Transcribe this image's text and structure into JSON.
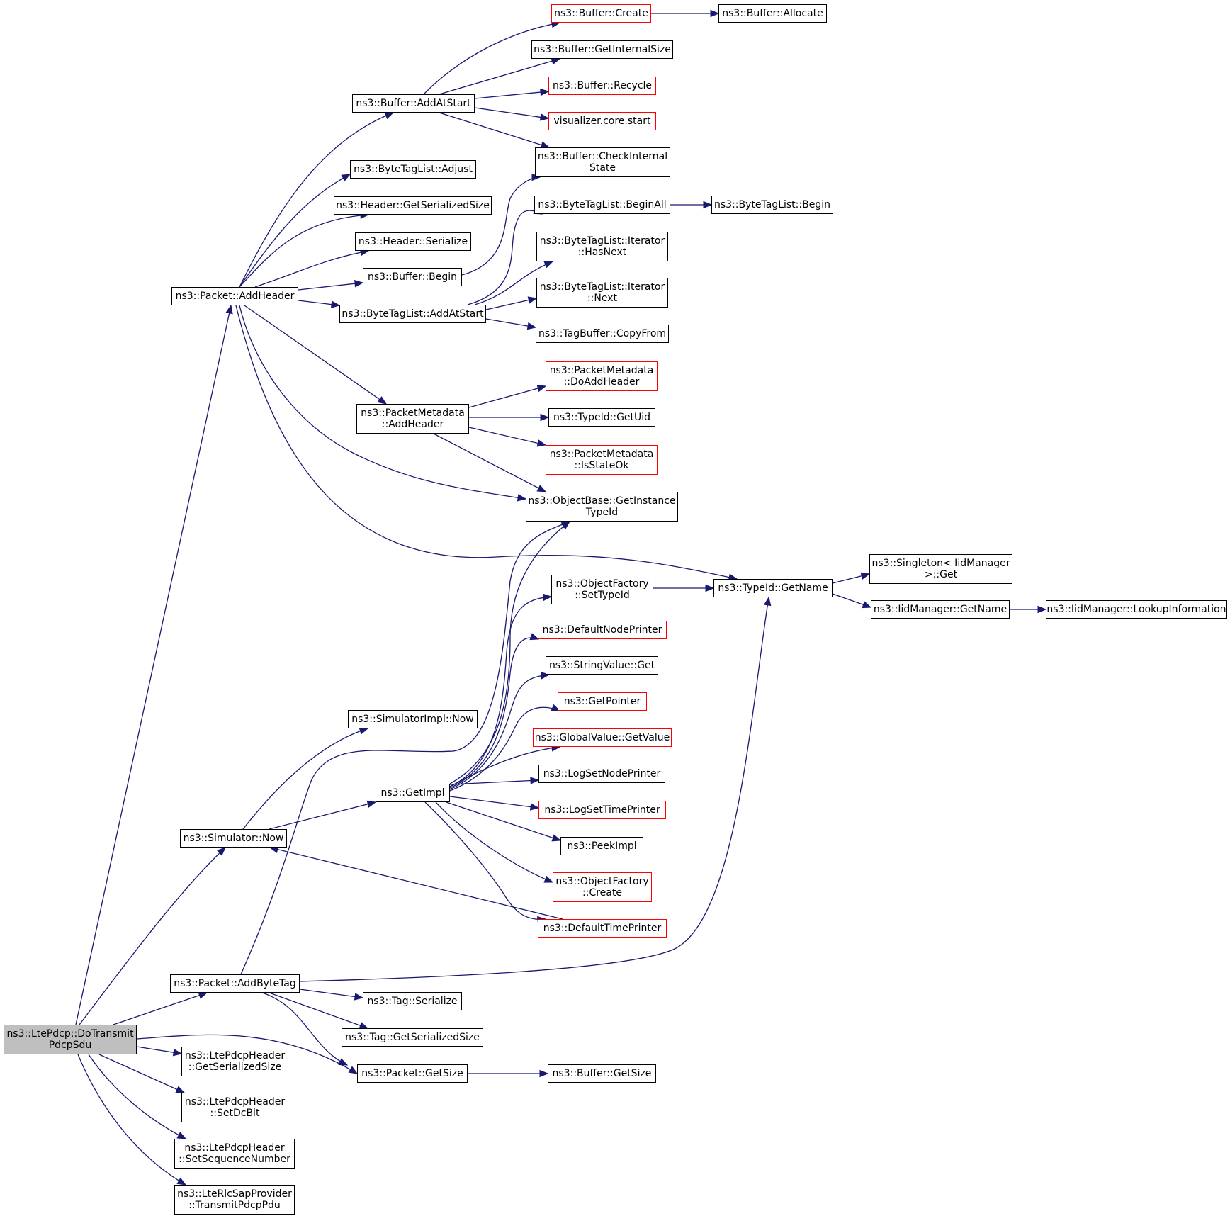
{
  "colors": {
    "edge": "#191970",
    "node_border": "#000000",
    "incomplete_border": "#ff0000",
    "root_fill": "#bfbfbf"
  },
  "nodes": {
    "root": {
      "lines": [
        "ns3::LtePdcp::DoTransmit",
        "PdcpSdu"
      ]
    },
    "addheader": {
      "lines": [
        "ns3::Packet::AddHeader"
      ]
    },
    "buf_addatstart": {
      "lines": [
        "ns3::Buffer::AddAtStart"
      ]
    },
    "buf_create": {
      "lines": [
        "ns3::Buffer::Create"
      ]
    },
    "buf_allocate": {
      "lines": [
        "ns3::Buffer::Allocate"
      ]
    },
    "buf_getinternalsize": {
      "lines": [
        "ns3::Buffer::GetInternalSize"
      ]
    },
    "buf_recycle": {
      "lines": [
        "ns3::Buffer::Recycle"
      ]
    },
    "vis_start": {
      "lines": [
        "visualizer.core.start"
      ]
    },
    "buf_checkinternal": {
      "lines": [
        "ns3::Buffer::CheckInternal",
        "State"
      ]
    },
    "btl_adjust": {
      "lines": [
        "ns3::ByteTagList::Adjust"
      ]
    },
    "hdr_getsersize": {
      "lines": [
        "ns3::Header::GetSerializedSize"
      ]
    },
    "hdr_serialize": {
      "lines": [
        "ns3::Header::Serialize"
      ]
    },
    "buf_begin": {
      "lines": [
        "ns3::Buffer::Begin"
      ]
    },
    "btl_addatstart": {
      "lines": [
        "ns3::ByteTagList::AddAtStart"
      ]
    },
    "btl_beginall": {
      "lines": [
        "ns3::ByteTagList::BeginAll"
      ]
    },
    "btl_begin": {
      "lines": [
        "ns3::ByteTagList::Begin"
      ]
    },
    "btl_hasnext": {
      "lines": [
        "ns3::ByteTagList::Iterator",
        "::HasNext"
      ]
    },
    "btl_next": {
      "lines": [
        "ns3::ByteTagList::Iterator",
        "::Next"
      ]
    },
    "tagbuf_copyfrom": {
      "lines": [
        "ns3::TagBuffer::CopyFrom"
      ]
    },
    "pm_addheader": {
      "lines": [
        "ns3::PacketMetadata",
        "::AddHeader"
      ]
    },
    "pm_doaddheader": {
      "lines": [
        "ns3::PacketMetadata",
        "::DoAddHeader"
      ]
    },
    "typeid_getuid": {
      "lines": [
        "ns3::TypeId::GetUid"
      ]
    },
    "pm_isstateok": {
      "lines": [
        "ns3::PacketMetadata",
        "::IsStateOk"
      ]
    },
    "ob_getinstancetypeid": {
      "lines": [
        "ns3::ObjectBase::GetInstance",
        "TypeId"
      ]
    },
    "typeid_getname": {
      "lines": [
        "ns3::TypeId::GetName"
      ]
    },
    "singleton_get": {
      "lines": [
        "ns3::Singleton< IidManager",
        ">::Get"
      ]
    },
    "iid_getname": {
      "lines": [
        "ns3::IidManager::GetName"
      ]
    },
    "iid_lookup": {
      "lines": [
        "ns3::IidManager::LookupInformation"
      ]
    },
    "of_settypeid": {
      "lines": [
        "ns3::ObjectFactory",
        "::SetTypeId"
      ]
    },
    "defaultnodeprinter": {
      "lines": [
        "ns3::DefaultNodePrinter"
      ]
    },
    "stringvalue_get": {
      "lines": [
        "ns3::StringValue::Get"
      ]
    },
    "getpointer": {
      "lines": [
        "ns3::GetPointer"
      ]
    },
    "gv_getvalue": {
      "lines": [
        "ns3::GlobalValue::GetValue"
      ]
    },
    "logsetnodeprinter": {
      "lines": [
        "ns3::LogSetNodePrinter"
      ]
    },
    "logsettimeprinter": {
      "lines": [
        "ns3::LogSetTimePrinter"
      ]
    },
    "peekimpl": {
      "lines": [
        "ns3::PeekImpl"
      ]
    },
    "of_create": {
      "lines": [
        "ns3::ObjectFactory",
        "::Create"
      ]
    },
    "defaulttimeprinter": {
      "lines": [
        "ns3::DefaultTimePrinter"
      ]
    },
    "simimpl_now": {
      "lines": [
        "ns3::SimulatorImpl::Now"
      ]
    },
    "getimpl": {
      "lines": [
        "ns3::GetImpl"
      ]
    },
    "sim_now": {
      "lines": [
        "ns3::Simulator::Now"
      ]
    },
    "addbytetag": {
      "lines": [
        "ns3::Packet::AddByteTag"
      ]
    },
    "tag_serialize": {
      "lines": [
        "ns3::Tag::Serialize"
      ]
    },
    "tag_getsersize": {
      "lines": [
        "ns3::Tag::GetSerializedSize"
      ]
    },
    "pkt_getsize": {
      "lines": [
        "ns3::Packet::GetSize"
      ]
    },
    "buf_getsize": {
      "lines": [
        "ns3::Buffer::GetSize"
      ]
    },
    "lph_getsersize": {
      "lines": [
        "ns3::LtePdcpHeader",
        "::GetSerializedSize"
      ]
    },
    "lph_setdcbit": {
      "lines": [
        "ns3::LtePdcpHeader",
        "::SetDcBit"
      ]
    },
    "lph_setseqnum": {
      "lines": [
        "ns3::LtePdcpHeader",
        "::SetSequenceNumber"
      ]
    },
    "rlc_transmit": {
      "lines": [
        "ns3::LteRlcSapProvider",
        "::TransmitPdcpPdu"
      ]
    }
  }
}
